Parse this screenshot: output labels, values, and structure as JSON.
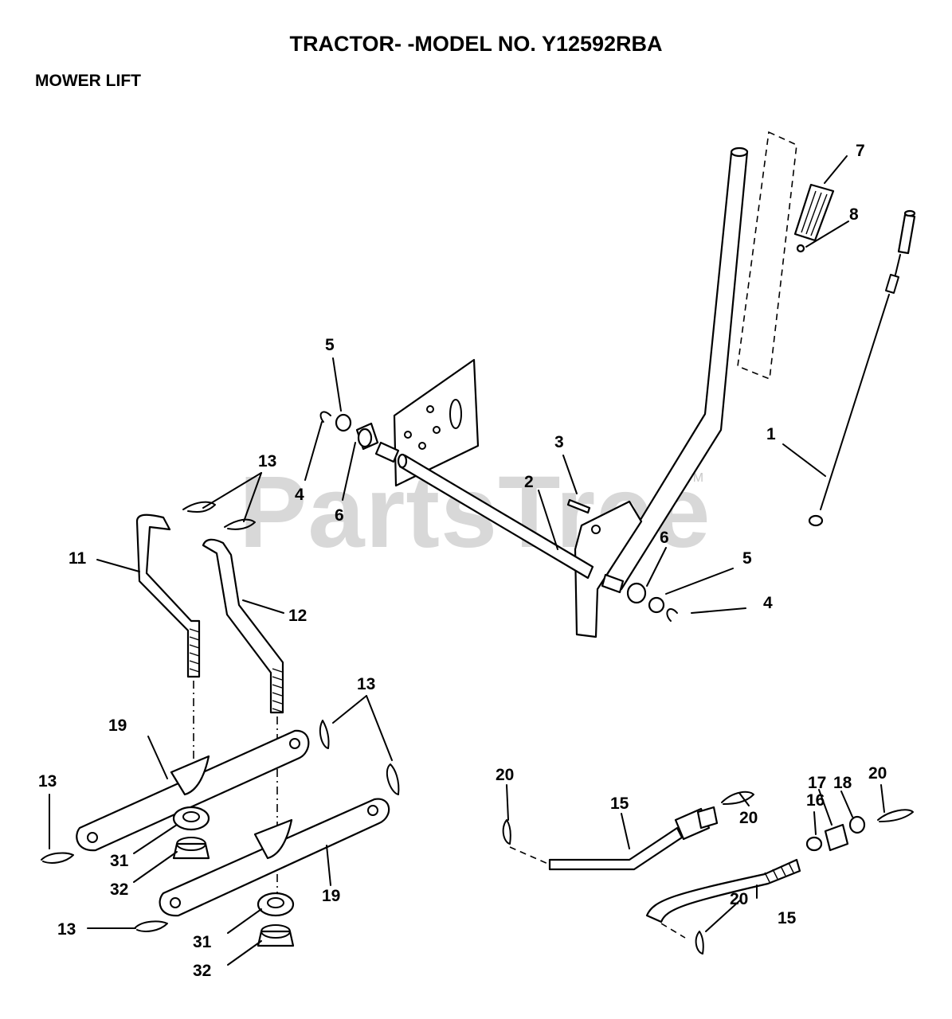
{
  "title": "TRACTOR- -MODEL NO. Y12592RBA",
  "subtitle": "MOWER LIFT",
  "watermark": "PartsTree",
  "trademark": "TM",
  "callouts": [
    {
      "label": "1"
    },
    {
      "label": "2"
    },
    {
      "label": "3"
    },
    {
      "label": "4"
    },
    {
      "label": "4"
    },
    {
      "label": "5"
    },
    {
      "label": "5"
    },
    {
      "label": "6"
    },
    {
      "label": "6"
    },
    {
      "label": "7"
    },
    {
      "label": "8"
    },
    {
      "label": "11"
    },
    {
      "label": "12"
    },
    {
      "label": "13"
    },
    {
      "label": "13"
    },
    {
      "label": "13"
    },
    {
      "label": "13"
    },
    {
      "label": "15"
    },
    {
      "label": "15"
    },
    {
      "label": "16"
    },
    {
      "label": "17"
    },
    {
      "label": "18"
    },
    {
      "label": "19"
    },
    {
      "label": "19"
    },
    {
      "label": "20"
    },
    {
      "label": "20"
    },
    {
      "label": "20"
    },
    {
      "label": "20"
    },
    {
      "label": "31"
    },
    {
      "label": "31"
    },
    {
      "label": "32"
    },
    {
      "label": "32"
    }
  ]
}
